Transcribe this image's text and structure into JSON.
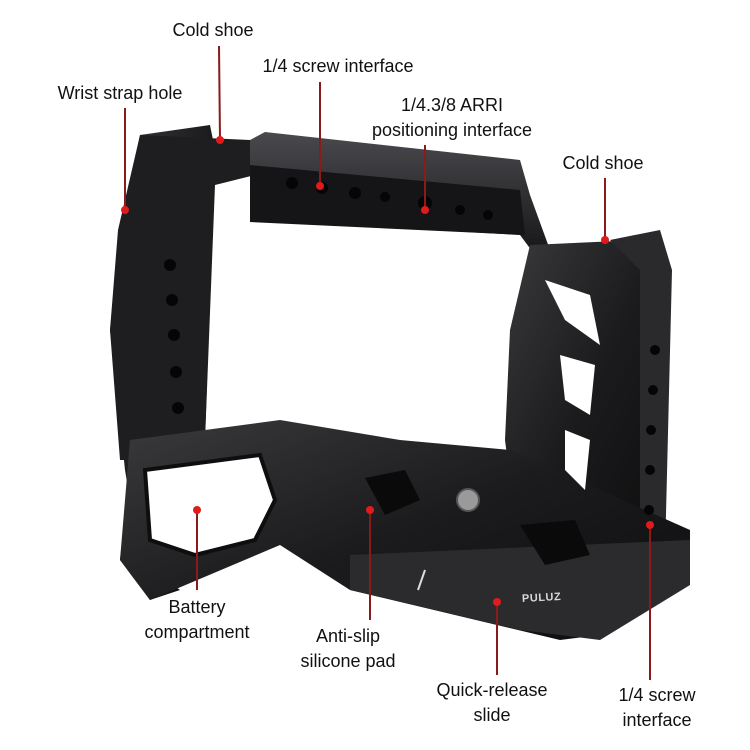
{
  "labels": {
    "cold_shoe_left": "Cold shoe",
    "screw_top": "1/4 screw interface",
    "wrist_strap": "Wrist strap hole",
    "arri_line1": "1/4.3/8 ARRI",
    "arri_line2": "positioning interface",
    "cold_shoe_right": "Cold shoe",
    "battery_line1": "Battery",
    "battery_line2": "compartment",
    "pad_line1": "Anti-slip",
    "pad_line2": "silicone pad",
    "slide_line1": "Quick-release",
    "slide_line2": "slide",
    "screw_side_line1": "1/4 screw",
    "screw_side_line2": "interface"
  },
  "logo": "PULUZ",
  "colors": {
    "callout_line": "#8b1a1a",
    "callout_dot": "#e01b1b",
    "metal": "#1c1c1e"
  }
}
